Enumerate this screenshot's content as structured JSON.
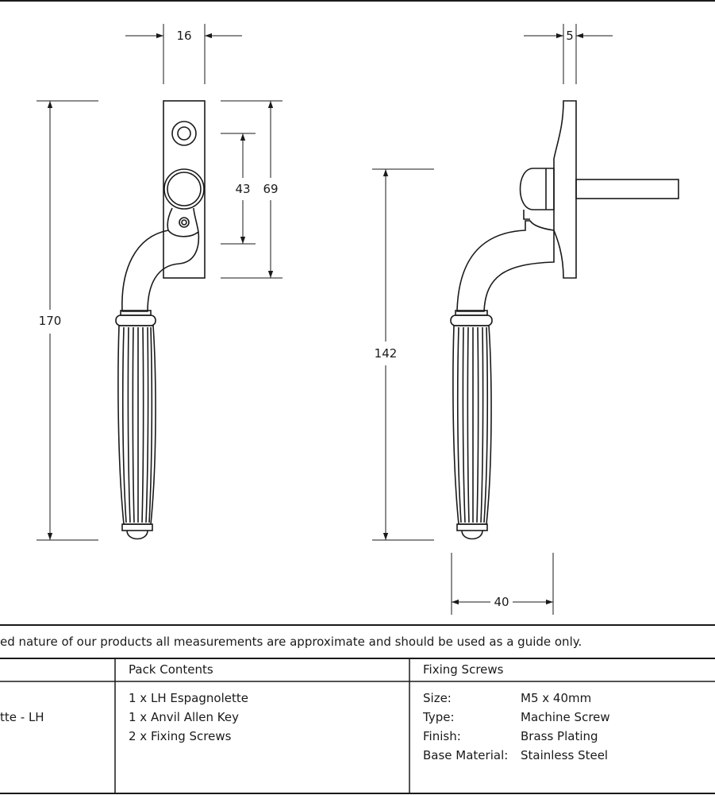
{
  "dimensions": {
    "width_top": "16",
    "depth_top": "5",
    "overall_height": "170",
    "fixing_centres": "43",
    "backplate_height": "69",
    "projection_height": "142",
    "projection_depth": "40"
  },
  "disclaimer": "ed nature of our products all measurements are approximate and should be used as a guide only.",
  "table": {
    "col1_text": "tte - LH",
    "pack_contents": {
      "header": "Pack Contents",
      "items": [
        "1 x LH Espagnolette",
        "1 x Anvil Allen Key",
        "2 x Fixing Screws"
      ]
    },
    "fixing_screws": {
      "header": "Fixing Screws",
      "rows": [
        {
          "label": "Size:",
          "value": "M5 x 40mm"
        },
        {
          "label": "Type:",
          "value": "Machine Screw"
        },
        {
          "label": "Finish:",
          "value": "Brass Plating"
        },
        {
          "label": "Base Material:",
          "value": "Stainless Steel"
        }
      ]
    }
  }
}
